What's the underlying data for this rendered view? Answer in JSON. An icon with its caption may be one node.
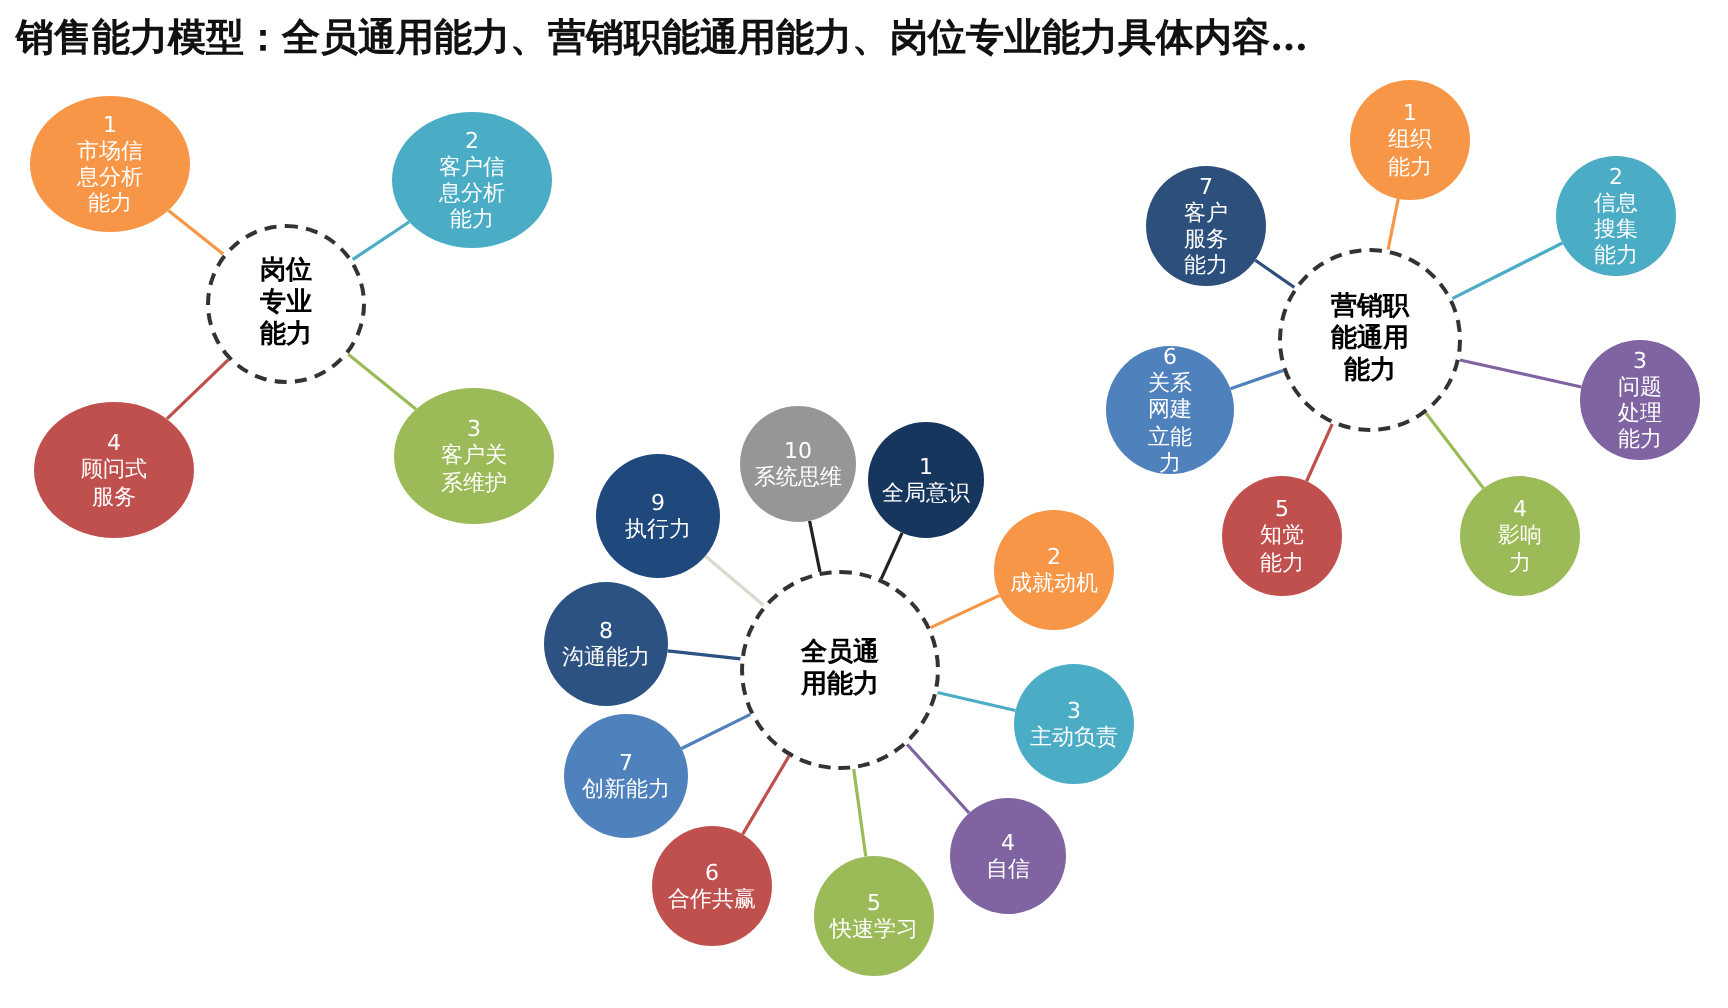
{
  "diagram": {
    "title": "销售能力模型：全员通用能力、营销职能通用能力、岗位专业能力具体内容…",
    "nodes": [
      {
        "text": [
          "岗位专业能力"
        ]
      },
      {
        "text": [
          "1",
          "市场信息分析能力"
        ]
      },
      {
        "text": [
          "2",
          "客户信息分析能力"
        ]
      },
      {
        "text": [
          "3",
          "客户关系维护"
        ]
      },
      {
        "text": [
          "4",
          "顾问式服务"
        ]
      },
      {
        "text": [
          "营销职能通用能力"
        ]
      },
      {
        "text": [
          "1",
          "组织能力"
        ]
      },
      {
        "text": [
          "2",
          "信息搜集能力"
        ]
      },
      {
        "text": [
          "3",
          "问题处理能力"
        ]
      },
      {
        "text": [
          "4",
          "影响力"
        ]
      },
      {
        "text": [
          "5",
          "知觉能力"
        ]
      },
      {
        "text": [
          "6",
          "关系网建立能力"
        ]
      },
      {
        "text": [
          "7",
          "客户服务能力"
        ]
      },
      {
        "text": [
          "全员通用能力"
        ]
      },
      {
        "text": [
          "1",
          "全局意识"
        ]
      },
      {
        "text": [
          "2",
          "成就动机"
        ]
      },
      {
        "text": [
          "3",
          "主动负责"
        ]
      },
      {
        "text": [
          "4",
          "自信"
        ]
      },
      {
        "text": [
          "5",
          "快速学习"
        ]
      },
      {
        "text": [
          "6",
          "合作共赢"
        ]
      },
      {
        "text": [
          "7",
          "创新能力"
        ]
      },
      {
        "text": [
          "8",
          "沟通能力"
        ]
      },
      {
        "text": [
          "9",
          "执行力"
        ]
      },
      {
        "text": [
          "10",
          "系统思维"
        ]
      }
    ],
    "edges": [
      {
        "from": 0,
        "to": 1,
        "arrow": "none",
        "color": "#f79646"
      },
      {
        "from": 0,
        "to": 2,
        "arrow": "none",
        "color": "#4bacc6"
      },
      {
        "from": 0,
        "to": 3,
        "arrow": "none",
        "color": "#9bbb59"
      },
      {
        "from": 0,
        "to": 4,
        "arrow": "none",
        "color": "#c0504d"
      },
      {
        "from": 5,
        "to": 6,
        "arrow": "none",
        "color": "#f79646"
      },
      {
        "from": 5,
        "to": 7,
        "arrow": "none",
        "color": "#4bacc6"
      },
      {
        "from": 5,
        "to": 8,
        "arrow": "none",
        "color": "#8064a2"
      },
      {
        "from": 5,
        "to": 9,
        "arrow": "none",
        "color": "#9bbb59"
      },
      {
        "from": 5,
        "to": 10,
        "arrow": "none",
        "color": "#c0504d"
      },
      {
        "from": 5,
        "to": 11,
        "arrow": "none",
        "color": "#4f81bd"
      },
      {
        "from": 5,
        "to": 12,
        "arrow": "none",
        "color": "#2c4f7c"
      },
      {
        "from": 13,
        "to": 14,
        "arrow": "none",
        "color": "#222222"
      },
      {
        "from": 13,
        "to": 15,
        "arrow": "none",
        "color": "#f79646"
      },
      {
        "from": 13,
        "to": 16,
        "arrow": "none",
        "color": "#4bacc6"
      },
      {
        "from": 13,
        "to": 17,
        "arrow": "none",
        "color": "#8064a2"
      },
      {
        "from": 13,
        "to": 18,
        "arrow": "none",
        "color": "#9bbb59"
      },
      {
        "from": 13,
        "to": 19,
        "arrow": "none",
        "color": "#c0504d"
      },
      {
        "from": 13,
        "to": 20,
        "arrow": "none",
        "color": "#4f81bd"
      },
      {
        "from": 13,
        "to": 21,
        "arrow": "none",
        "color": "#2c5282"
      },
      {
        "from": 13,
        "to": 22,
        "arrow": "none",
        "color": "#d8dccf"
      },
      {
        "from": 13,
        "to": 23,
        "arrow": "none",
        "color": "#222222"
      }
    ]
  }
}
